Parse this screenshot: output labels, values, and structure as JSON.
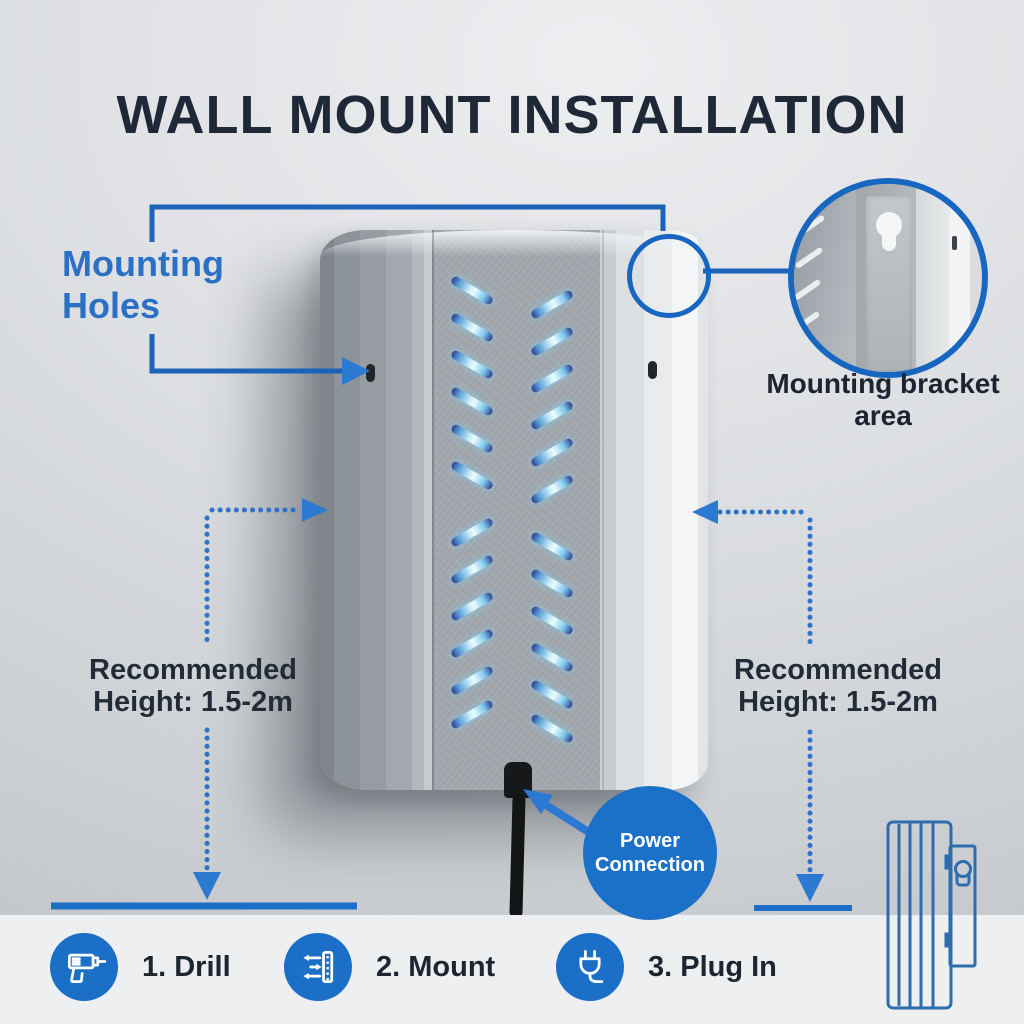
{
  "title": "WALL MOUNT INSTALLATION",
  "annotations": {
    "mounting_holes": "Mounting Holes",
    "bracket_area": "Mounting bracket area",
    "recommended_height": "Recommended Height: 1.5-2m",
    "power_connection": "Power Connection"
  },
  "steps": [
    {
      "label": "1. Drill",
      "icon": "drill-icon"
    },
    {
      "label": "2. Mount",
      "icon": "mount-icon"
    },
    {
      "label": "3. Plug In",
      "icon": "plug-icon"
    }
  ],
  "device": {
    "description": "wall-mounted insect-trap style unit with glowing blue vent slots",
    "mounting_hole_count": 2,
    "vent_glow_color": "#bfeaf5"
  },
  "colors": {
    "title_text": "#1e2836",
    "label_blue": "#2a70c4",
    "line_blue": "#1766c0",
    "accent_blue": "#1b6fc7",
    "dark_text": "#1d2530",
    "wall_gray": "#d8dadd",
    "strip_bg": "#edeff1",
    "badge_text": "#ffffff"
  }
}
